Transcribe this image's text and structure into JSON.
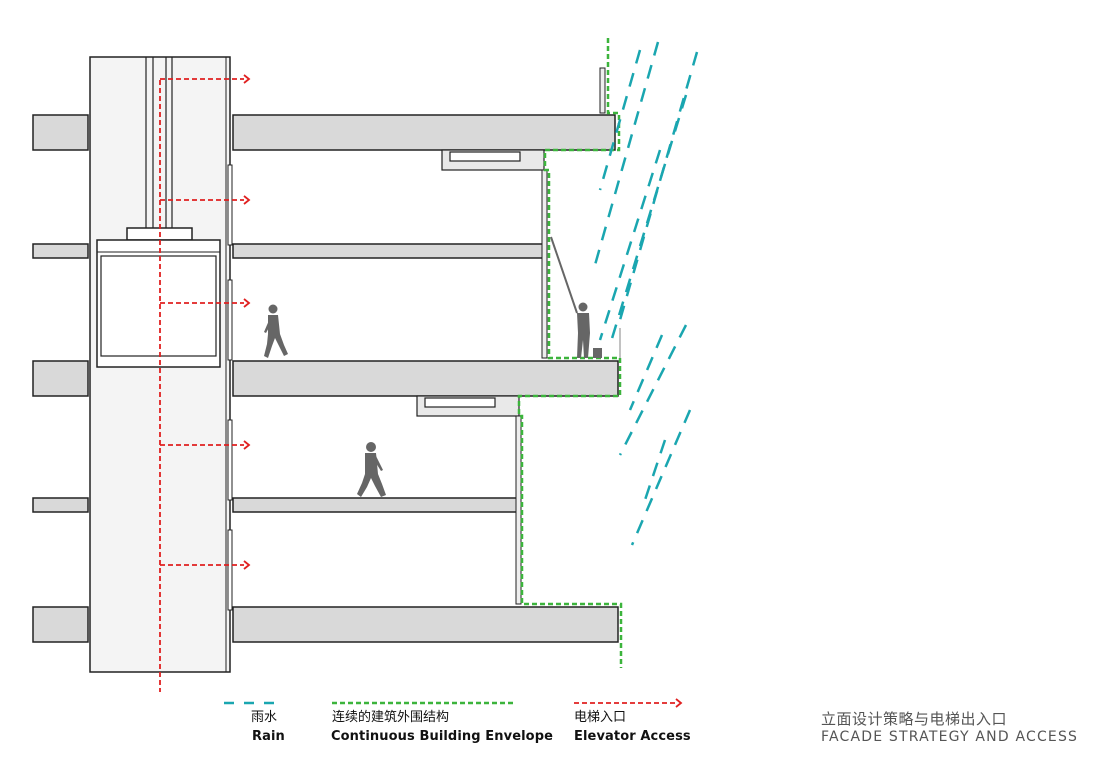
{
  "legend": {
    "rain": {
      "zh": "雨水",
      "en": "Rain",
      "color": "#1aa6b0"
    },
    "envelope": {
      "zh": "连续的建筑外围结构",
      "en": "Continuous Building Envelope",
      "color": "#3cb43c"
    },
    "elevator": {
      "zh": "电梯入口",
      "en": "Elevator Access",
      "color": "#e02020"
    }
  },
  "title": {
    "zh": "立面设计策略与电梯出入口",
    "en": "FACADE STRATEGY AND ACCESS"
  },
  "colors": {
    "slab_fill": "#d9d9d9",
    "shaft_fill": "#f4f4f4",
    "outline": "#222222",
    "figure": "#666666"
  },
  "icons": [
    "person-walking-icon",
    "window-washer-icon",
    "bucket-icon",
    "elevator-cab-icon"
  ]
}
